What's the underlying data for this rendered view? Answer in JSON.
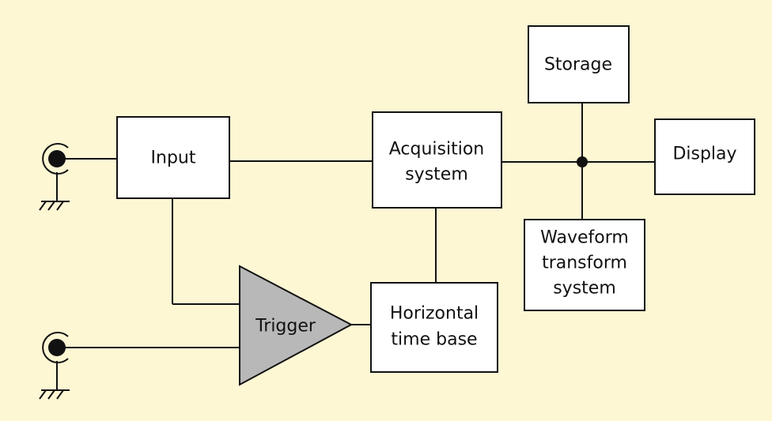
{
  "colors": {
    "background": "#fdf7d4",
    "box_fill": "#ffffff",
    "trigger_fill": "#b8b8b8",
    "line": "#111111"
  },
  "blocks": {
    "input": [
      "Input"
    ],
    "acquisition": [
      "Acquisition",
      "system"
    ],
    "storage": [
      "Storage"
    ],
    "display": [
      "Display"
    ],
    "waveform": [
      "Waveform",
      "transform",
      "system"
    ],
    "horizontal": [
      "Horizontal",
      "time base"
    ],
    "trigger": [
      "Trigger"
    ]
  },
  "icons": [
    "bnc-input-connector-icon",
    "ground-symbol-icon",
    "trigger-amplifier-icon",
    "junction-dot-icon"
  ]
}
